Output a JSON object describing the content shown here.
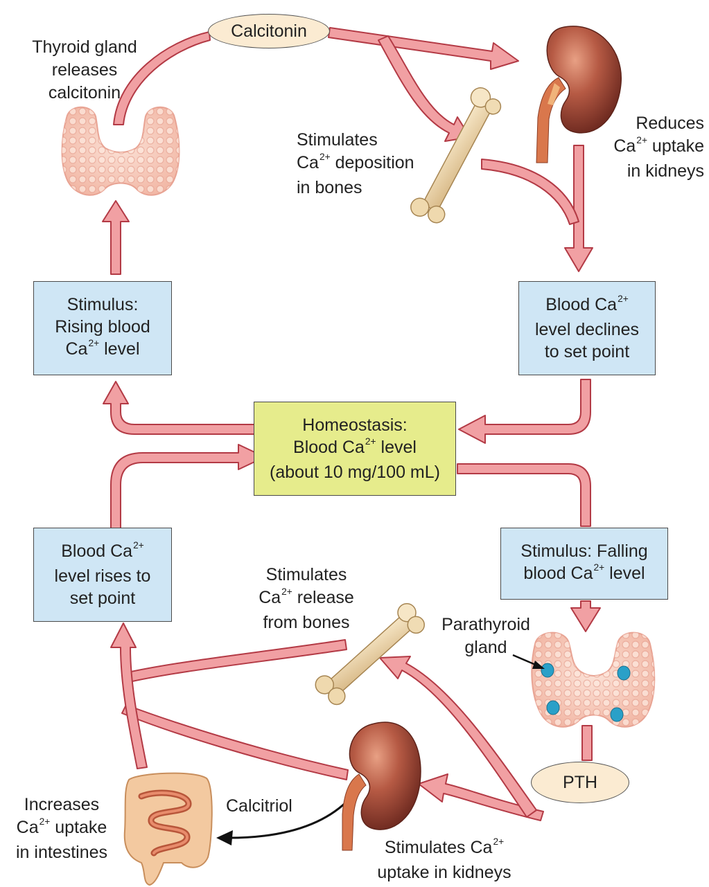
{
  "labels": {
    "thyroid": [
      "Thyroid gland",
      "releases",
      "calcitonin"
    ],
    "bone_deposit": {
      "l1": "Stimulates",
      "l2_base": "Ca",
      "l2_sup": "2+",
      "l2_rest": " deposition",
      "l3": "in bones"
    },
    "kidney_reduce": {
      "l1": "Reduces",
      "l2_base": "Ca",
      "l2_sup": "2+",
      "l2_rest": " uptake",
      "l3": "in kidneys"
    },
    "bone_release": {
      "l1": "Stimulates",
      "l2_base": "Ca",
      "l2_sup": "2+",
      "l2_rest": " release",
      "l3": "from bones"
    },
    "parathyroid": [
      "Parathyroid",
      "gland"
    ],
    "calcitriol": "Calcitriol",
    "intestine": {
      "l1": "Increases",
      "l2_base": "Ca",
      "l2_sup": "2+",
      "l2_rest": " uptake",
      "l3": "in intestines"
    },
    "kidney_stimulate": {
      "l1_base": "Stimulates Ca",
      "l1_sup": "2+",
      "l2": "uptake in kidneys"
    }
  },
  "ovals": {
    "calcitonin": "Calcitonin",
    "pth": "PTH"
  },
  "boxes": {
    "rising": {
      "l1": "Stimulus:",
      "l2": "Rising blood",
      "l3_base": "Ca",
      "l3_sup": "2+",
      "l3_rest": " level"
    },
    "declines": {
      "l1_base": "Blood Ca",
      "l1_sup": "2+",
      "l2": "level declines",
      "l3": "to set point"
    },
    "homeostasis": {
      "l1": "Homeostasis:",
      "l2_base": "Blood Ca",
      "l2_sup": "2+",
      "l2_rest": " level",
      "l3": "(about 10 mg/100 mL)"
    },
    "rises": {
      "l1_base": "Blood Ca",
      "l1_sup": "2+",
      "l2": "level rises to",
      "l3": "set point"
    },
    "falling": {
      "l1": "Stimulus: Falling",
      "l2_base": "blood Ca",
      "l2_sup": "2+",
      "l2_rest": " level"
    }
  },
  "colors": {
    "arrow_fill": "#f1a0a3",
    "arrow_stroke": "#b33a45",
    "blue_box": "#cfe6f5",
    "yellow_box": "#e6ec8c",
    "oval": "#fbebd2"
  }
}
